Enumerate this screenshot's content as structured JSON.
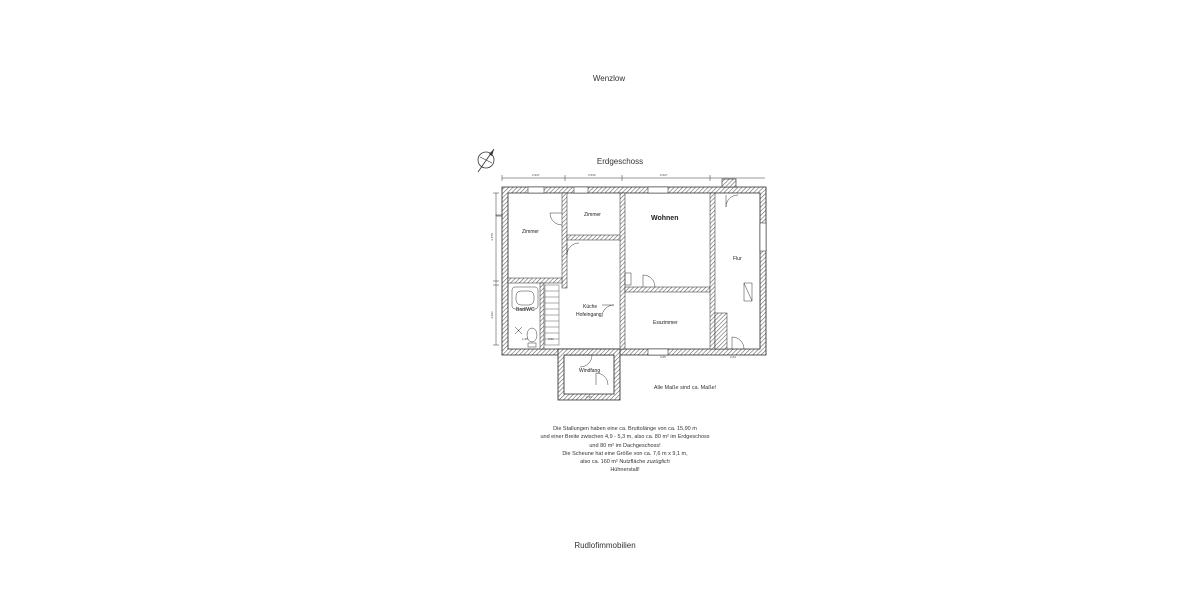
{
  "place": "Wenzlow",
  "floor": "Erdgeschoss",
  "footer": "Rudlofimmobilien",
  "measure_note": "Alle Maße sind ca. Maße!",
  "rooms": {
    "zimmer_left": "Zimmer",
    "zimmer_mid": "Zimmer",
    "wohnen": "Wohnen",
    "flur": "Flur",
    "bad": "Bad/WC",
    "kueche_1": "Küche",
    "kueche_2": "Hofeingang",
    "esszimmer": "Esszimmer",
    "windfang": "Windfang"
  },
  "dimensions": {
    "top_1": "2,947",
    "top_2": "3,533",
    "top_3": "6,627",
    "left_1": "3,878",
    "left_2": "4,021",
    "bottom_1": "1,95",
    "bottom_2": "0,91",
    "bottom_3": "3,65",
    "bottom_4": "2,04",
    "bottom_5": "2,36"
  },
  "notes": {
    "line1": "Die Stallungen haben eine ca. Bruttolänge von ca. 15,90 m",
    "line2": "und einer Breite zwischen 4,9 - 5,3 m, also ca. 80 m² im Erdgeschoss",
    "line3": "und 80 m² im Dachgeschoss!",
    "line4": "Die Scheune hat eine Größe von ca. 7,6 m x 9,1 m,",
    "line5a": "also ca. 160 m² Nutzfläche ",
    "line5b": "zuzüglich",
    "line6": "Hühnerstall!"
  }
}
